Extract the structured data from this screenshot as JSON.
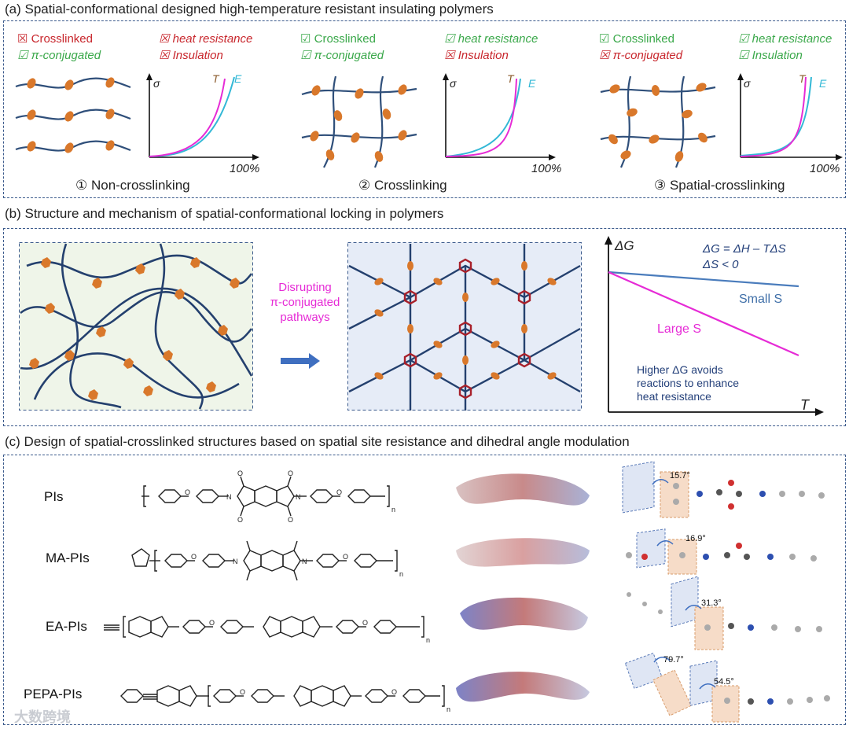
{
  "section_a": {
    "title": "(a) Spatial-conformational designed high-temperature resistant insulating polymers",
    "panels": [
      {
        "caption": "① Non-crosslinking",
        "check1": "☒ Crosslinked",
        "check2": "☑ π-conjugated",
        "prop1": "☒ heat resistance",
        "prop2": "☒ Insulation",
        "y_axis": "σ",
        "x_axis": "100%",
        "curve_t": "T",
        "curve_e": "E"
      },
      {
        "caption": "② Crosslinking",
        "check1": "☑ Crosslinked",
        "check2": "☑ π-conjugated",
        "prop1": "☑ heat resistance",
        "prop2": "☒ Insulation",
        "y_axis": "σ",
        "x_axis": "100%",
        "curve_t": "T",
        "curve_e": "E"
      },
      {
        "caption": "③ Spatial-crosslinking",
        "check1": "☑ Crosslinked",
        "check2": "☒ π-conjugated",
        "prop1": "☑ heat resistance",
        "prop2": "☑ Insulation",
        "y_axis": "σ",
        "x_axis": "100%",
        "curve_t": "T",
        "curve_e": "E"
      }
    ]
  },
  "section_b": {
    "title": "(b) Structure and mechanism of spatial-conformational locking in polymers",
    "arrow_text": [
      "Disrupting",
      "π-conjugated",
      "pathways"
    ],
    "graph": {
      "y_axis": "ΔG",
      "x_axis": "T",
      "equation": "ΔG = ΔH – TΔS",
      "condition": "ΔS < 0",
      "small_label": "Small S",
      "large_label": "Large S",
      "note": [
        "Higher ΔG avoids",
        "reactions to enhance",
        "heat resistance"
      ]
    }
  },
  "section_c": {
    "title": "(c) Design of spatial-crosslinked structures based on spatial site resistance and dihedral angle modulation",
    "rows": [
      {
        "name": "PIs",
        "angles": [
          "15.7°"
        ]
      },
      {
        "name": "MA-PIs",
        "angles": [
          "16.9°"
        ]
      },
      {
        "name": "EA-PIs",
        "angles": [
          "31.3°"
        ]
      },
      {
        "name": "PEPA-PIs",
        "angles": [
          "79.7°",
          "54.5°"
        ]
      }
    ],
    "repeat_subscript": "n",
    "watermark": "大数跨境"
  },
  "colors": {
    "chain": "#2f4f7a",
    "bead": "#d9782b",
    "magenta": "#e62bd6",
    "cyan": "#33b8d6",
    "red_hex": "#a8202a",
    "dash": "#3b5a8c"
  }
}
